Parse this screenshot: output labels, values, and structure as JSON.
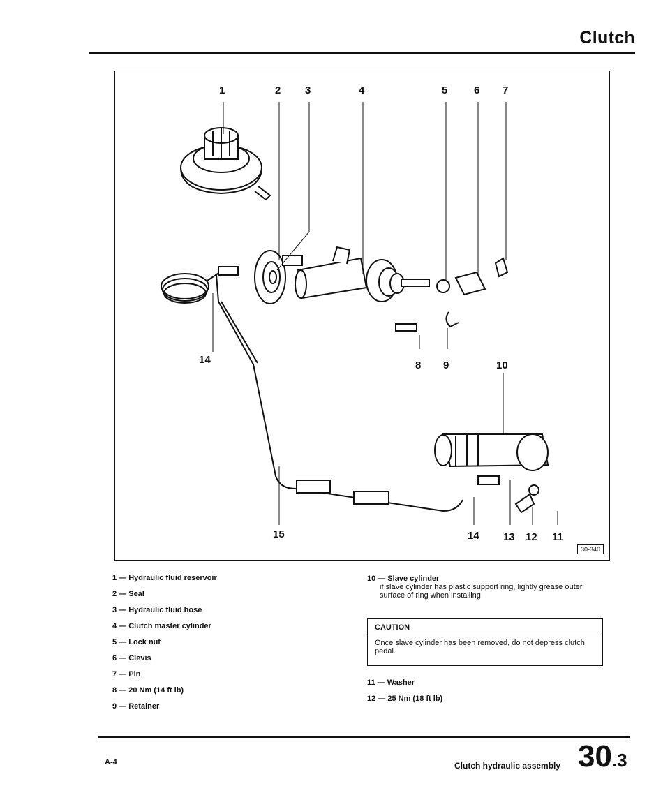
{
  "header": {
    "title": "Clutch"
  },
  "diagram": {
    "figure_code": "30-340",
    "callouts": [
      "1",
      "2",
      "3",
      "4",
      "5",
      "6",
      "7",
      "8",
      "9",
      "10",
      "11",
      "12",
      "13",
      "14",
      "14",
      "15"
    ]
  },
  "legend_left": [
    "1 — Hydraulic fluid reservoir",
    "2 — Seal",
    "3 — Hydraulic fluid hose",
    "4 — Clutch master cylinder",
    "5 — Lock nut",
    "6 — Clevis",
    "7 — Pin",
    "8 — 20 Nm (14 ft lb)",
    "9 — Retainer"
  ],
  "legend_right": {
    "item10_label": "10 — Slave cylinder",
    "item10_note": "if slave cylinder has plastic support ring, lightly grease outer surface of ring when installing",
    "caution_title": "CAUTION",
    "caution_text": "Once slave cylinder has been removed, do not depress clutch pedal.",
    "item11": "11 — Washer",
    "item12": "12 — 25 Nm (18 ft lb)"
  },
  "footer": {
    "page_id": "A-4",
    "title": "Clutch hydraulic assembly",
    "section_main": "30",
    "section_sub": ".3"
  }
}
